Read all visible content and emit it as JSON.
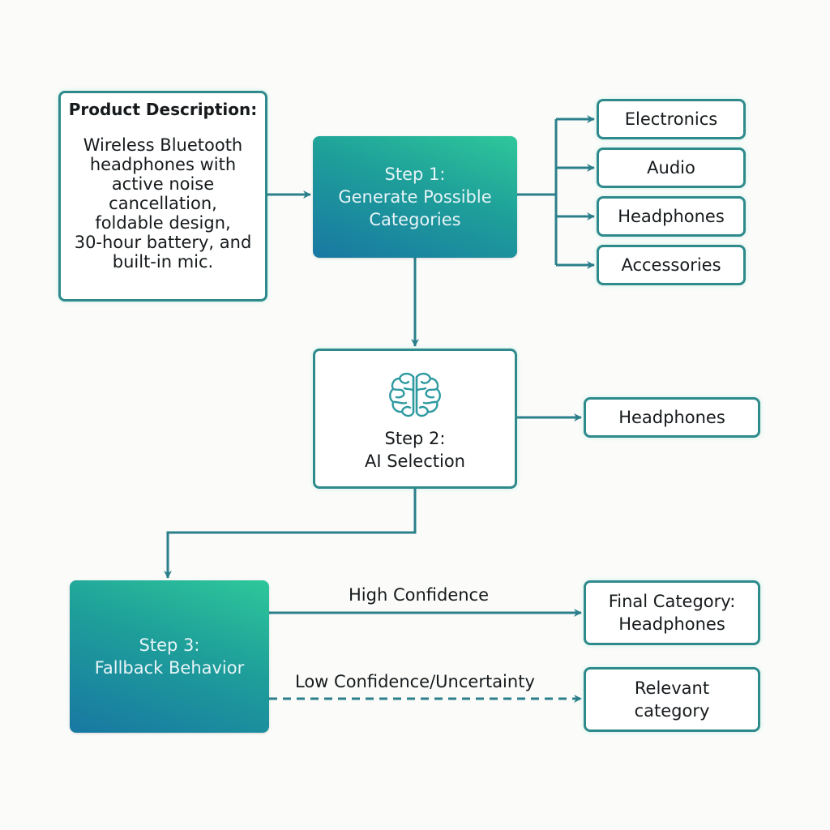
{
  "product": {
    "title": "Product Description:",
    "description_lines": [
      "Wireless Bluetooth",
      "headphones with",
      "active noise",
      "cancellation,",
      "foldable design,",
      "30-hour battery, and",
      "built-in mic."
    ]
  },
  "step1": {
    "lines": [
      "Step 1:",
      "Generate Possible",
      "Categories"
    ]
  },
  "categories": [
    "Electronics",
    "Audio",
    "Headphones",
    "Accessories"
  ],
  "step2": {
    "icon": "brain-icon",
    "lines": [
      "Step 2:",
      "AI Selection"
    ]
  },
  "selected_category": "Headphones",
  "step3": {
    "lines": [
      "Step 3:",
      "Fallback Behavior"
    ]
  },
  "edges": {
    "high_label": "High Confidence",
    "low_label": "Low Confidence/Uncertainty"
  },
  "final": {
    "lines": [
      "Final Category:",
      "Headphones"
    ]
  },
  "relevant": {
    "lines": [
      "Relevant",
      "category"
    ]
  },
  "colors": {
    "connector": "#2b7f8a",
    "box_border": "#2f8a8c",
    "gradient_top": "#2ec79a",
    "gradient_bottom": "#1878a2"
  }
}
